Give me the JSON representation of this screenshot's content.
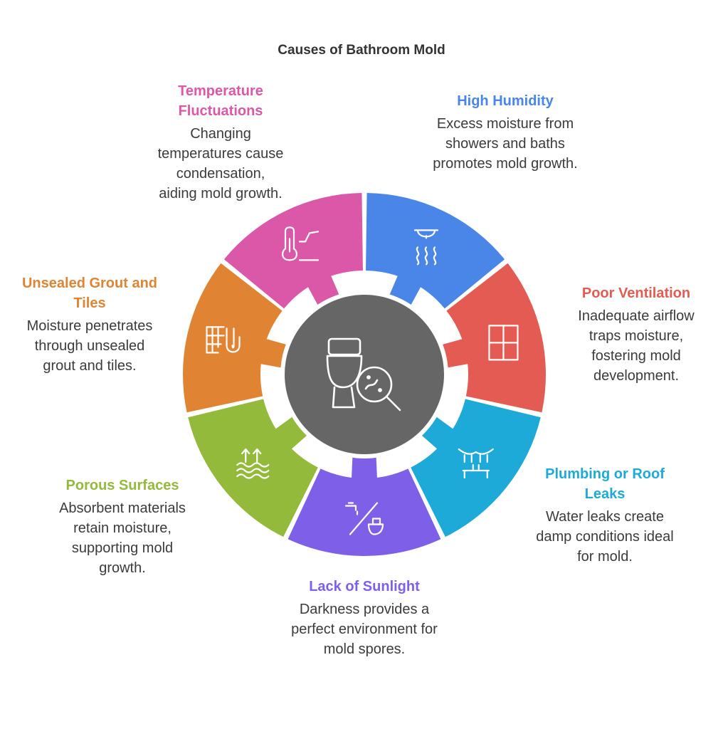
{
  "title": "Causes of Bathroom Mold",
  "center": {
    "icon": "toilet-with-magnifier-icon",
    "color": "#666666"
  },
  "segments": [
    {
      "id": "high-humidity",
      "title": "High Humidity",
      "description": "Excess moisture from showers and baths promotes mold growth.",
      "color": "#4A86E8",
      "icon": "shower-steam-icon"
    },
    {
      "id": "poor-ventilation",
      "title": "Poor Ventilation",
      "description": "Inadequate airflow traps moisture, fostering mold development.",
      "color": "#E35B52",
      "icon": "window-icon"
    },
    {
      "id": "plumbing-leaks",
      "title": "Plumbing or Roof Leaks",
      "description": "Water leaks create damp conditions ideal for mold.",
      "color": "#1EAAD9",
      "icon": "leaking-pipe-icon"
    },
    {
      "id": "lack-of-sunlight",
      "title": "Lack of Sunlight",
      "description": "Darkness provides a perfect environment for mold spores.",
      "color": "#7E60E8",
      "icon": "faucet-toilet-icon"
    },
    {
      "id": "porous-surfaces",
      "title": "Porous Surfaces",
      "description": "Absorbent materials retain moisture, supporting mold growth.",
      "color": "#93BA3A",
      "icon": "water-waves-icon"
    },
    {
      "id": "unsealed-grout",
      "title": "Unsealed Grout and Tiles",
      "description": "Moisture penetrates through unsealed grout and tiles.",
      "color": "#E08434",
      "icon": "tiles-pipe-icon"
    },
    {
      "id": "temperature-fluctuations",
      "title": "Temperature Fluctuations",
      "description": "Changing temperatures cause condensation, aiding mold growth.",
      "color": "#DB57A8",
      "icon": "thermometer-graph-icon"
    }
  ]
}
